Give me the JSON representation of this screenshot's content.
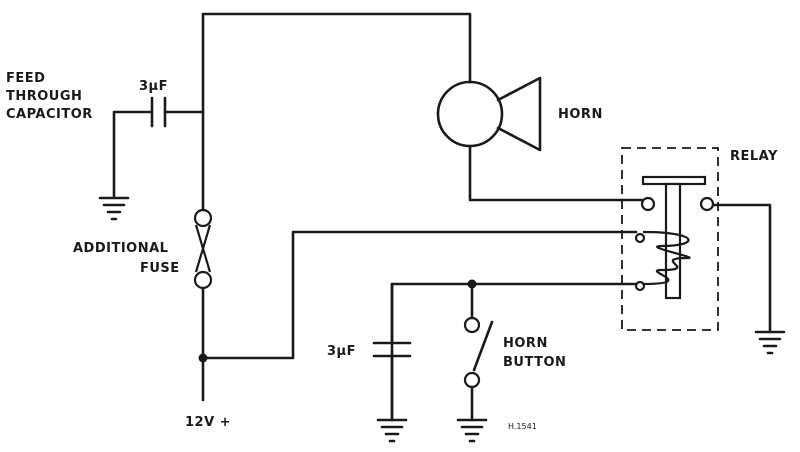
{
  "labels": {
    "feed_through_1": "FEED",
    "feed_through_2": "THROUGH",
    "feed_through_3": "CAPACITOR",
    "cap_top": "3µF",
    "cap_bottom": "3µF",
    "horn": "HORN",
    "relay": "RELAY",
    "additional_1": "ADDITIONAL",
    "additional_2": "FUSE",
    "horn_button_1": "HORN",
    "horn_button_2": "BUTTON",
    "supply": "12V +",
    "ref": "H.1541"
  }
}
